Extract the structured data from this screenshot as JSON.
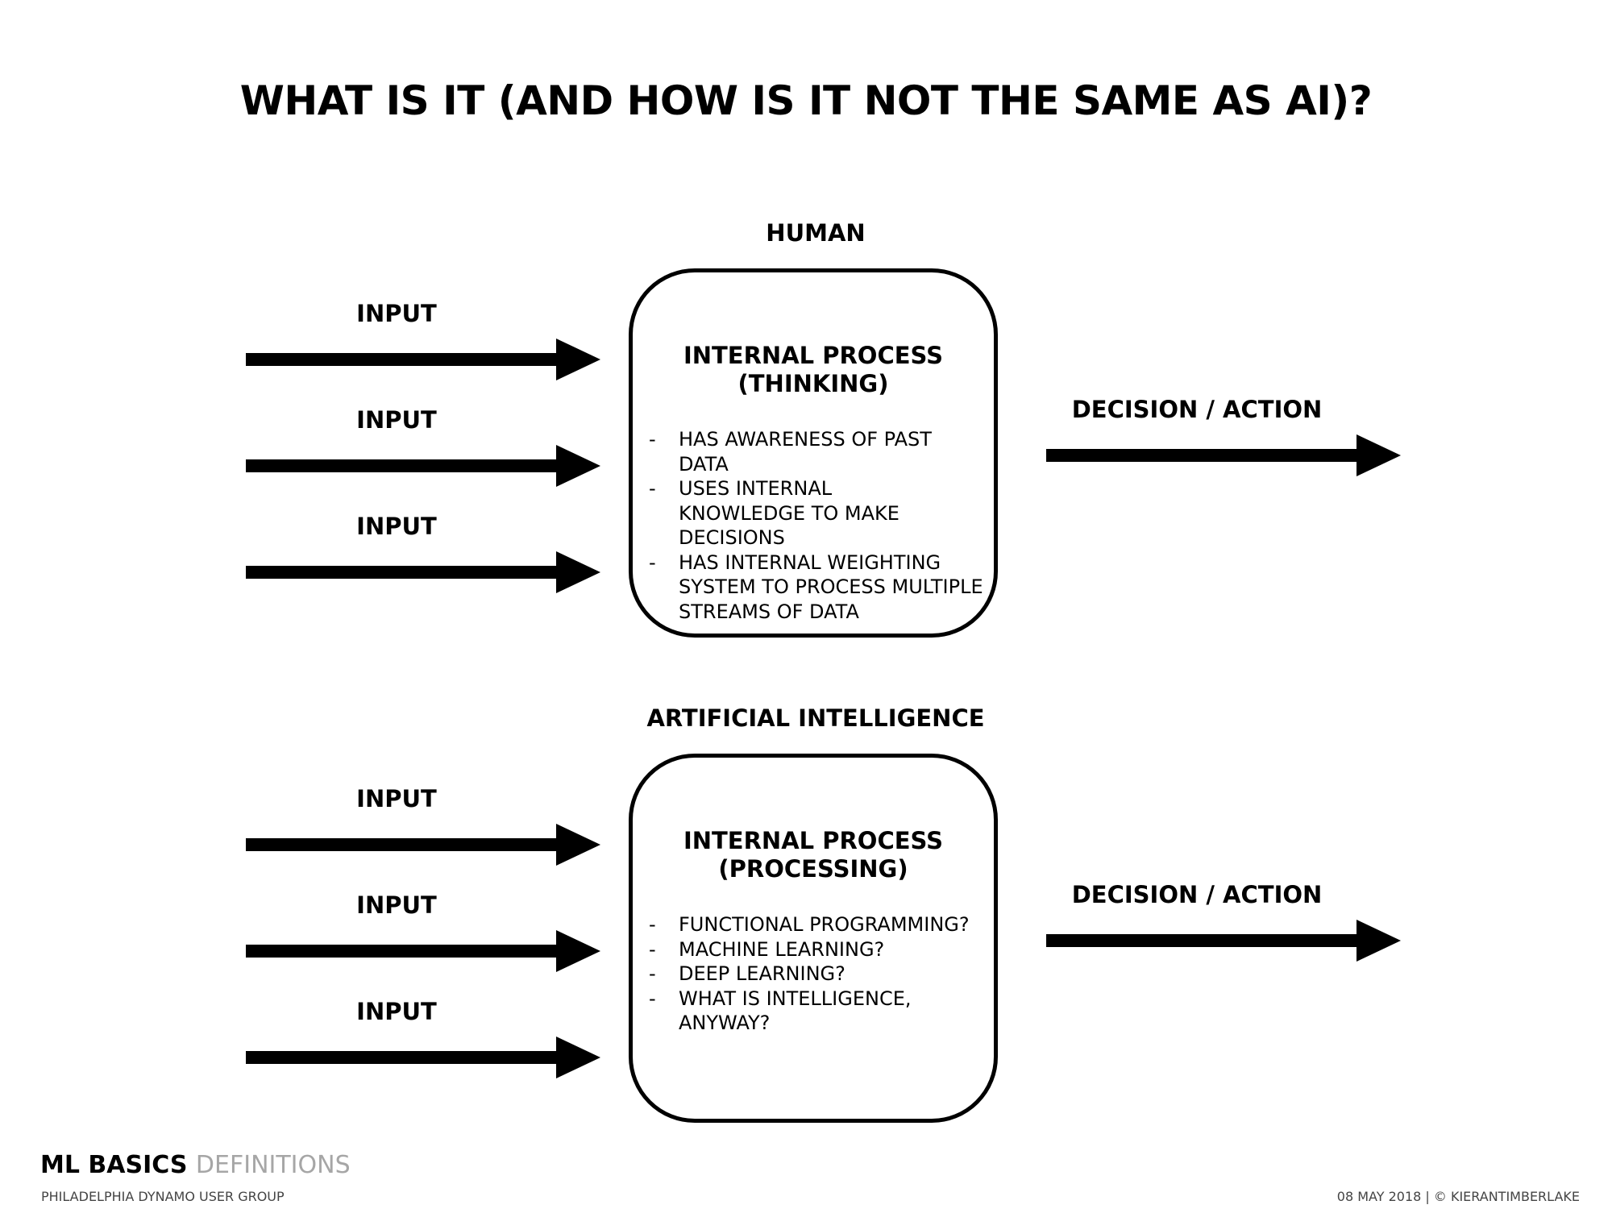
{
  "slide": {
    "title": "WHAT IS IT (AND HOW IS IT NOT THE SAME AS AI)?"
  },
  "human": {
    "label": "HUMAN",
    "inputs": [
      "INPUT",
      "INPUT",
      "INPUT"
    ],
    "process_title": "INTERNAL PROCESS",
    "process_subtitle": "(THINKING)",
    "bullets": [
      "HAS AWARENESS OF PAST DATA",
      "USES INTERNAL KNOWLEDGE TO MAKE DECISIONS",
      "HAS INTERNAL WEIGHTING SYSTEM TO PROCESS MULTIPLE STREAMS OF DATA"
    ],
    "output": "DECISION / ACTION"
  },
  "ai": {
    "label": "ARTIFICIAL INTELLIGENCE",
    "inputs": [
      "INPUT",
      "INPUT",
      "INPUT"
    ],
    "process_title": "INTERNAL PROCESS",
    "process_subtitle": "(PROCESSING)",
    "bullets": [
      "FUNCTIONAL PROGRAMMING?",
      "MACHINE LEARNING?",
      "DEEP LEARNING?",
      "WHAT IS INTELLIGENCE, ANYWAY?"
    ],
    "output": "DECISION / ACTION"
  },
  "footer": {
    "title_bold": "ML BASICS",
    "title_light": "DEFINITIONS",
    "subtitle": "PHILADELPHIA DYNAMO USER GROUP",
    "credit": "08 MAY 2018 | © KIERANTIMBERLAKE"
  }
}
